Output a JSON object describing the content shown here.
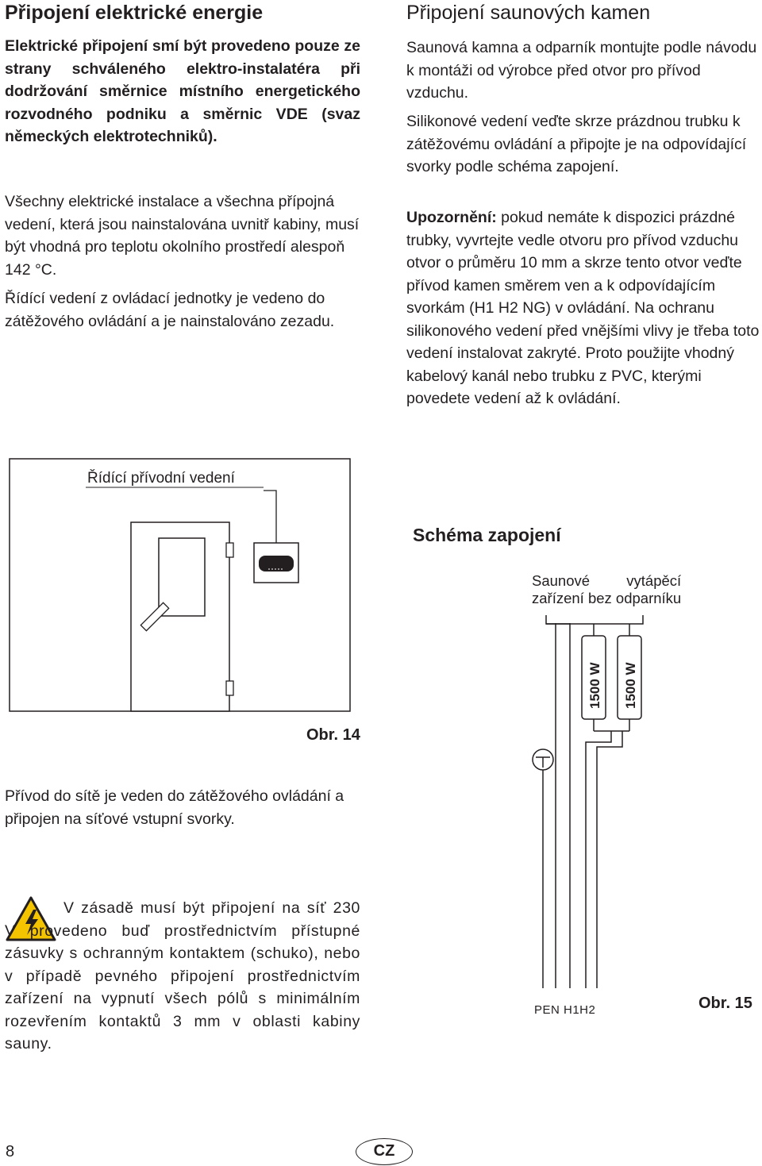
{
  "left": {
    "heading": "Připojení elektrické energie",
    "p1": "Elektrické připojení smí být provedeno pouze ze strany schváleného elektro-instalatéra při dodržování směrnice místního energetického rozvodného podniku a směrnic VDE (svaz německých elektrotechniků).",
    "p2": "Všechny elektrické instalace a všechna přípojná vedení, která jsou nainstalována uvnitř kabiny, musí být vhodná pro teplotu okolního prostředí alespoň 142 °C.",
    "p3": "Řídící vedení z ovládací jednotky je vedeno do zátěžového ovládání a je nainstalováno zezadu."
  },
  "right": {
    "heading": "Připojení saunových kamen",
    "p1": "Saunová kamna a odparník montujte podle návodu k montáži od výrobce před otvor pro přívod vzduchu.",
    "p2": "Silikonové vedení veďte skrze prázdnou trubku k zátěžovému ovládání a připojte je na odpovídající svorky podle schéma zapojení.",
    "p3_lead": "Upozornění:",
    "p3": " pokud nemáte k dispozici prázdné trubky, vyvrtejte vedle otvoru pro přívod vzduchu otvor o průměru 10 mm a skrze tento otvor veďte přívod kamen směrem ven a k odpovídajícím svorkám (H1 H2 NG) v ovládání. Na ochranu silikonového vedení před vnějšími vlivy je třeba toto vedení instalovat zakryté. Proto použijte vhodný kabelový kanál nebo trubku z PVC, kterými povedete vedení až k ovládání."
  },
  "fig14": {
    "callout": "Řídící přívodní vedení",
    "label": "Obr. 14"
  },
  "mains_text": "Přívod do sítě je veden do zátěžového ovládání a připojen na síťové vstupní svorky.",
  "warning": {
    "icon": "high-voltage-warning-icon",
    "text": "V zásadě musí být připojení na síť 230 V provedeno buď prostřednictvím přístupné zásuvky s ochranným kontaktem (schuko), nebo v případě pevného připojení prostřednictvím zařízení na vypnutí všech pólů s minimálním rozevřením kontaktů 3 mm v oblasti kabiny sauny."
  },
  "fig15": {
    "title": "Schéma zapojení",
    "device_line1": "Saunové         vytápěcí",
    "device_line2": "zařízení bez odparníku",
    "heater1": "1500 W",
    "heater2": "1500 W",
    "terminals": "PEN H1H2",
    "label": "Obr. 15"
  },
  "footer": {
    "page_number": "8",
    "lang_badge": "CZ"
  }
}
